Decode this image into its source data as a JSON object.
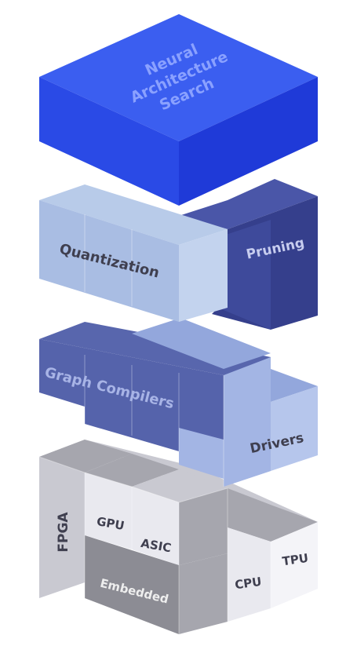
{
  "diagram": {
    "layers": [
      {
        "id": "nas",
        "blocks": [
          {
            "label_lines": [
              "Neural",
              "Architecture",
              "Search"
            ]
          }
        ]
      },
      {
        "id": "compression",
        "blocks": [
          {
            "label": "Quantization"
          },
          {
            "label": "Pruning"
          }
        ]
      },
      {
        "id": "compilation",
        "blocks": [
          {
            "label": "Graph Compilers"
          },
          {
            "label": "Drivers"
          }
        ]
      },
      {
        "id": "hardware",
        "blocks": [
          {
            "label": "FPGA"
          },
          {
            "label": "GPU"
          },
          {
            "label": "ASIC"
          },
          {
            "label": "Embedded"
          },
          {
            "label": "CPU"
          },
          {
            "label": "TPU"
          }
        ]
      }
    ]
  },
  "colors": {
    "nas_top": "#3b5ef0",
    "nas_left": "#2a4ae6",
    "nas_right": "#1f3ad8",
    "quant_top": "#b8cbe9",
    "quant_left": "#a9bde3",
    "quant_right": "#c3d3ee",
    "prune_top": "#4a56a8",
    "prune_left": "#3e4a9b",
    "prune_right": "#353f8c",
    "graph_top": "#5866ad",
    "graph_left": "#5563ab",
    "graph_right": "#47539d",
    "drivers_top": "#93a7dc",
    "drivers_left": "#a3b5e4",
    "drivers_right": "#b6c6ec",
    "hw_light": "#e9e9ef",
    "hw_mid": "#c9c9d1",
    "hw_dark": "#a6a6ae",
    "hw_darker": "#8c8c94",
    "label_dark": "#3f3f4f",
    "label_light": "#e6ebff"
  }
}
